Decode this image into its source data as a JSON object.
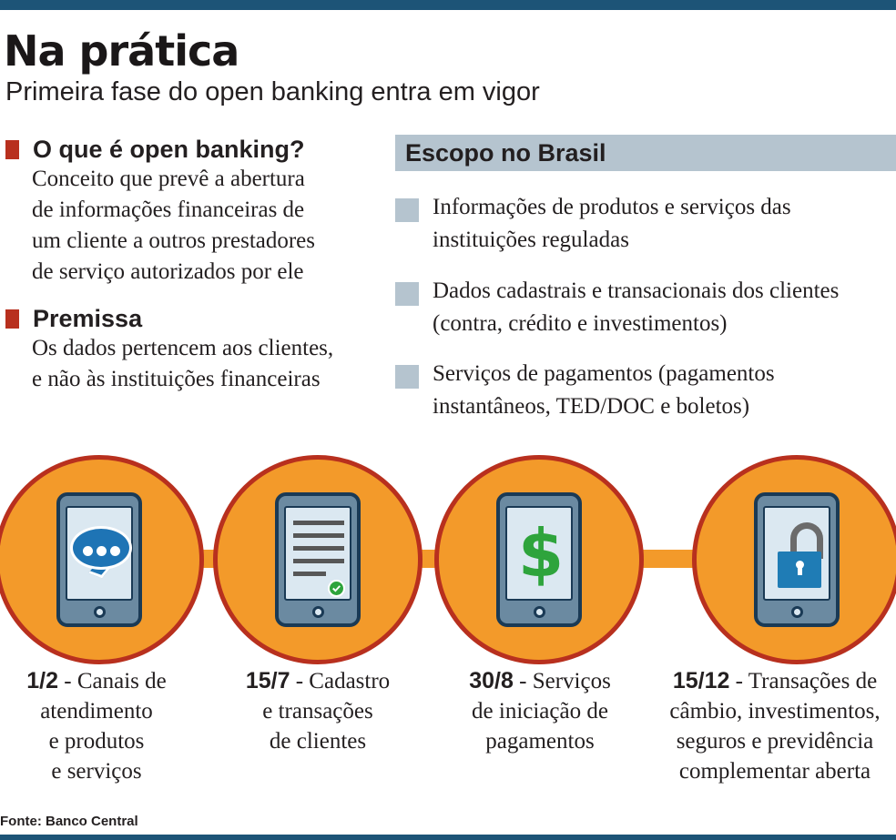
{
  "header": {
    "title": "Na prática",
    "subtitle": "Primeira fase do open banking entra em vigor"
  },
  "concept": {
    "heading": "O que é open banking?",
    "lines": [
      "Conceito que prevê a abertura",
      "de informações financeiras de",
      "um cliente a outros prestadores",
      "de serviço autorizados por ele"
    ]
  },
  "premise": {
    "heading": "Premissa",
    "lines": [
      "Os dados pertencem aos clientes,",
      "e não às instituições financeiras"
    ]
  },
  "scope": {
    "heading": "Escopo no Brasil",
    "items": [
      {
        "lines": [
          "Informações de produtos e serviços das",
          "instituições reguladas"
        ]
      },
      {
        "lines": [
          "Dados cadastrais e transacionais dos clientes",
          "(contra, crédito e investimentos)"
        ]
      },
      {
        "lines": [
          "Serviços de pagamentos (pagamentos",
          "instantâneos, TED/DOC e boletos)"
        ]
      }
    ]
  },
  "timeline": {
    "phases": [
      {
        "date": "1/2",
        "icon": "chat-bubble-icon",
        "lines": [
          " - Canais de",
          "atendimento",
          "e produtos",
          "e serviços"
        ]
      },
      {
        "date": "15/7",
        "icon": "document-check-icon",
        "lines": [
          " - Cadastro",
          "e transações",
          "de clientes"
        ]
      },
      {
        "date": "30/8",
        "icon": "dollar-icon",
        "lines": [
          " - Serviços",
          "de iniciação de",
          "pagamentos"
        ]
      },
      {
        "date": "15/12",
        "icon": "unlocked-padlock-icon",
        "lines": [
          " - Transações de",
          "câmbio, investimentos,",
          "seguros e previdência",
          "complementar aberta"
        ]
      }
    ]
  },
  "source": "Fonte: Banco Central",
  "colors": {
    "navy_bar": "#1d5477",
    "red_marker": "#b8301e",
    "scope_gray": "#b5c4cf",
    "orange": "#f39a2a",
    "phone_frame": "#6b8aa1",
    "green": "#2ea43c",
    "blue": "#1e74b5"
  }
}
